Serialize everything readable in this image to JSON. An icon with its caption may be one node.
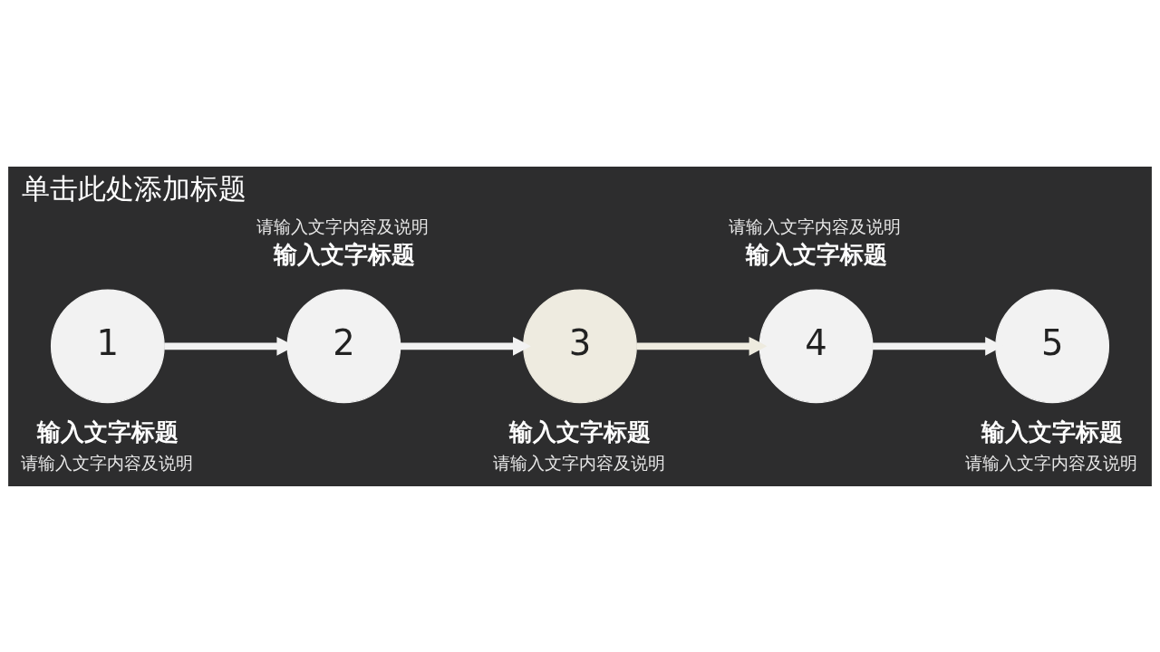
{
  "diagram": {
    "title": "单击此处添加标题",
    "nodes": [
      {
        "text": [
          "1"
        ],
        "beside": [
          "输入文字标题",
          "请输入文字内容及说明"
        ]
      },
      {
        "text": [
          "2"
        ],
        "beside": [
          "请输入文字内容及说明",
          "输入文字标题"
        ]
      },
      {
        "text": [
          "3"
        ],
        "beside": [
          "输入文字标题",
          "请输入文字内容及说明"
        ]
      },
      {
        "text": [
          "4"
        ],
        "beside": [
          "请输入文字内容及说明",
          "输入文字标题"
        ]
      },
      {
        "text": [
          "5"
        ],
        "beside": [
          "输入文字标题",
          "请输入文字内容及说明"
        ]
      }
    ],
    "edges": [
      {
        "from": 0,
        "to": 1,
        "arrow": "to"
      },
      {
        "from": 1,
        "to": 2,
        "arrow": "to"
      },
      {
        "from": 2,
        "to": 3,
        "arrow": "to",
        "color": "#eeebdf"
      },
      {
        "from": 3,
        "to": 4,
        "arrow": "to"
      }
    ]
  }
}
